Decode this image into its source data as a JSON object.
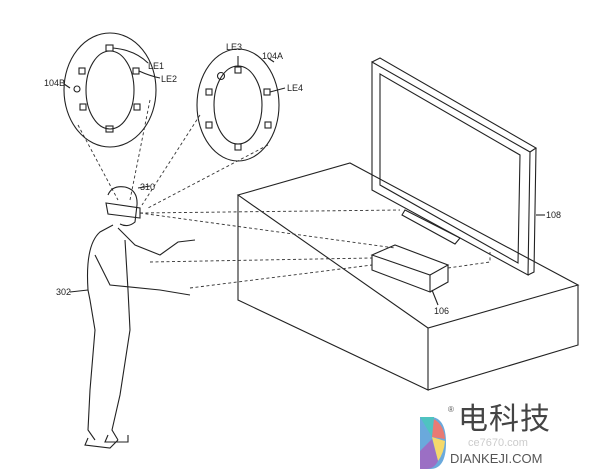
{
  "labels": {
    "ring_b": "104B",
    "ring_a": "104A",
    "le1": "LE1",
    "le2": "LE2",
    "le3": "LE3",
    "le4": "LE4",
    "hmd": "310",
    "user": "302",
    "display": "108",
    "console": "106"
  },
  "watermark": {
    "brand_cn": "电科技",
    "brand_en": "DIANKEJI.COM",
    "url_faint": "ce7670.com",
    "registered": "®",
    "colors": [
      "#4fc3c0",
      "#e97a73",
      "#f5d96b",
      "#9b6fc4",
      "#6aa9dc"
    ]
  }
}
